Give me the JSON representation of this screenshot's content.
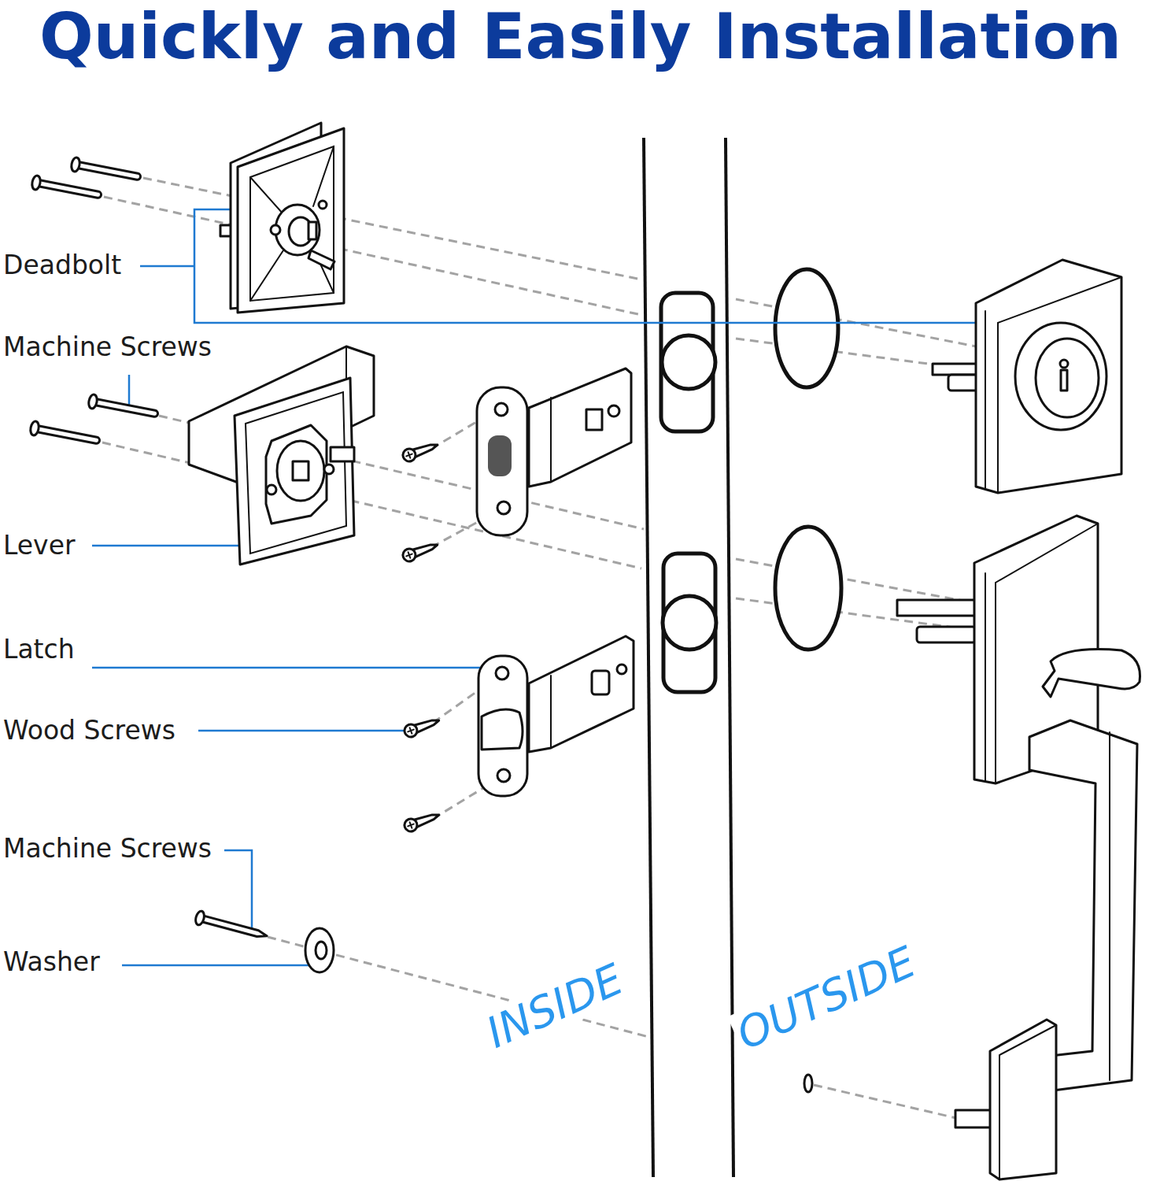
{
  "diagram": {
    "title": "Quickly and Easily Installation",
    "labels": [
      "Deadbolt",
      "Machine Screws",
      "Lever",
      "Latch",
      "Wood Screws",
      "Machine Screws",
      "Washer",
      "INSIDE",
      "OUTSIDE"
    ]
  }
}
